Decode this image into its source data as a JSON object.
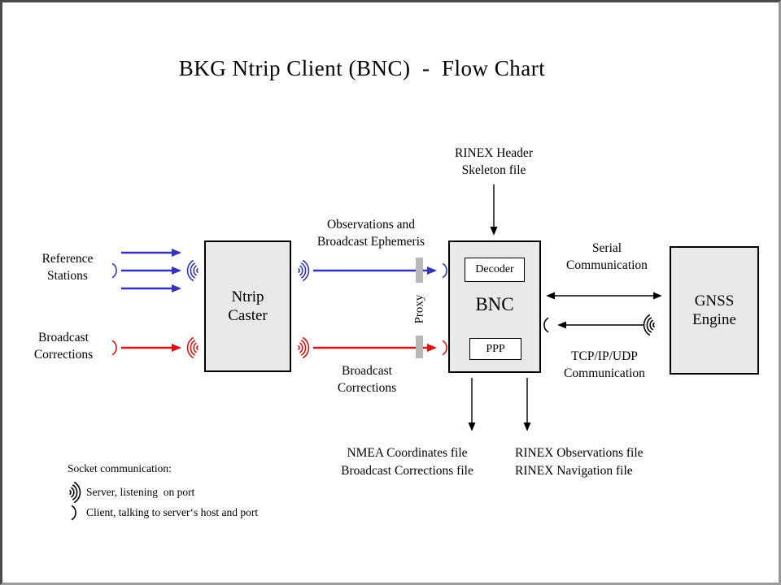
{
  "title": "BKG Ntrip Client (BNC)  -  Flow Chart",
  "colors": {
    "blue": "#3333bb",
    "red": "#dd1111",
    "black": "#000000",
    "box_fill": "#e9e9e9",
    "inner_box_fill": "#ffffff",
    "proxy_bar": "#b8b8b8",
    "frame_border_dark": "#4a4a4a",
    "frame_border_light": "#9a9a9a"
  },
  "boxes": {
    "ntrip_caster": {
      "line1": "Ntrip",
      "line2": "Caster"
    },
    "bnc": {
      "label": "BNC",
      "decoder": "Decoder",
      "ppp": "PPP"
    },
    "gnss_engine": {
      "line1": "GNSS",
      "line2": "Engine"
    }
  },
  "labels": {
    "reference_stations": {
      "line1": "Reference",
      "line2": "Stations"
    },
    "broadcast_corrections_left": {
      "line1": "Broadcast",
      "line2": "Corrections"
    },
    "observations_ephemeris": {
      "line1": "Observations and",
      "line2": "Broadcast Ephemeris"
    },
    "broadcast_corrections_mid": {
      "line1": "Broadcast",
      "line2": "Corrections"
    },
    "rinex_header_skeleton": {
      "line1": "RINEX Header",
      "line2": "Skeleton file"
    },
    "serial_communication": {
      "line1": "Serial",
      "line2": "Communication"
    },
    "tcp_communication": {
      "line1": "TCP/IP/UDP",
      "line2": "Communication"
    },
    "proxy": "Proxy",
    "nmea_output": {
      "line1": "NMEA Coordinates file",
      "line2": "Broadcast Corrections file"
    },
    "rinex_output": {
      "line1": "RINEX Observations file",
      "line2": "RINEX Navigation file"
    }
  },
  "legend": {
    "heading": "Socket communication:",
    "server_item": "Server, listening  on port",
    "client_item": "Client, talking to server‘s host and port"
  }
}
